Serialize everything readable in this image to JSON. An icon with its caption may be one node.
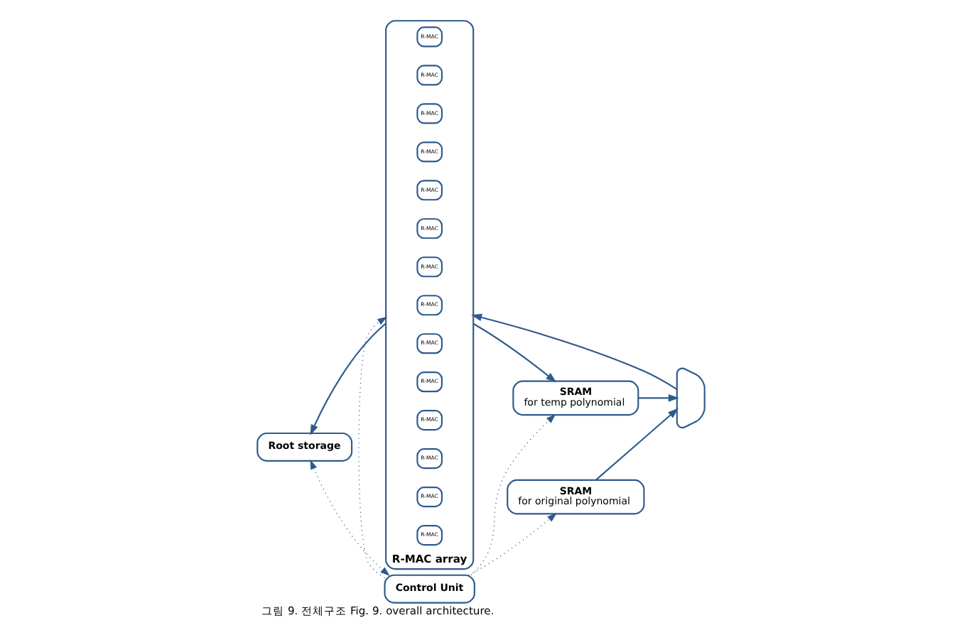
{
  "diagram": {
    "caption": "그림 9. 전체구조 Fig. 9. overall architecture.",
    "nodes": [
      {
        "text": [
          "SRAM",
          "for temp polynomial"
        ]
      },
      {
        "text": [],
        "shape": "trapezoid"
      },
      {
        "text": [
          "R-MAC array"
        ]
      },
      {
        "text": [
          "R-MAC"
        ],
        "in": 2
      },
      {
        "text": [
          "R-MAC"
        ],
        "in": 2
      },
      {
        "text": [
          "R-MAC"
        ],
        "in": 2
      },
      {
        "text": [
          "R-MAC"
        ],
        "in": 2
      },
      {
        "text": [
          "R-MAC"
        ],
        "in": 2
      },
      {
        "text": [
          "R-MAC"
        ],
        "in": 2
      },
      {
        "text": [
          "R-MAC"
        ],
        "in": 2
      },
      {
        "text": [
          "R-MAC"
        ],
        "in": 2
      },
      {
        "text": [
          "R-MAC"
        ],
        "in": 2
      },
      {
        "text": [
          "R-MAC"
        ],
        "in": 2
      },
      {
        "text": [
          "R-MAC"
        ],
        "in": 2
      },
      {
        "text": [
          "R-MAC"
        ],
        "in": 2
      },
      {
        "text": [
          "R-MAC"
        ],
        "in": 2
      },
      {
        "text": [
          "R-MAC"
        ],
        "in": 2
      },
      {
        "text": [
          "Root storage"
        ]
      },
      {
        "text": [
          "SRAM",
          "for original polynomial"
        ]
      },
      {
        "text": [
          "Control Unit"
        ]
      }
    ],
    "edges": [
      {
        "from": 2,
        "to": 0,
        "arrow": "to"
      },
      {
        "from": 0,
        "to": 1,
        "arrow": "to"
      },
      {
        "from": 18,
        "to": 1,
        "arrow": "to"
      },
      {
        "from": 1,
        "to": 2,
        "arrow": "to"
      },
      {
        "from": 2,
        "to": 17,
        "arrow": "to"
      },
      {
        "from": 19,
        "to": 0,
        "arrow": "to",
        "style": "dashed"
      },
      {
        "from": 19,
        "to": 18,
        "arrow": "to",
        "style": "dashed"
      },
      {
        "from": 19,
        "to": 2,
        "arrow": "to",
        "style": "dashed"
      },
      {
        "from": 17,
        "to": 19,
        "arrow": "both",
        "style": "dashed"
      }
    ]
  }
}
